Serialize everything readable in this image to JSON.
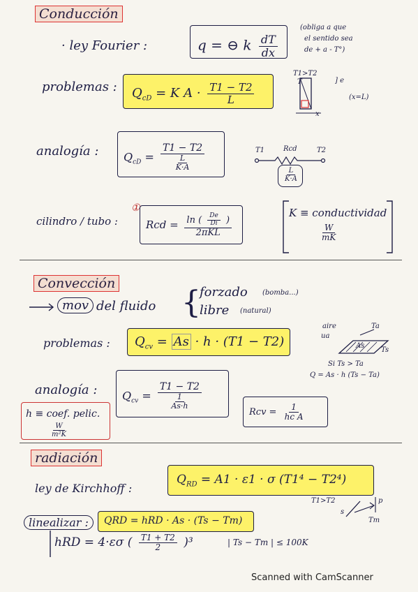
{
  "conduccion": {
    "header": "Conducción",
    "fourier": {
      "label": "· ley Fourier :",
      "q": "q =",
      "minus": "⊖",
      "k": "k",
      "num": "dT",
      "den": "dx",
      "note_1": "(obliga a que",
      "note_2": "el sentido sea",
      "note_3": "de + a - T°)"
    },
    "problemas": {
      "label": "problemas :",
      "lhs": "Q",
      "lhs_sub": "cD",
      "eq": "= K A ·",
      "num": "T1 − T2",
      "den": "L",
      "wall_label": "T1>T2",
      "wall_t": "T",
      "wall_x": "x",
      "wall_dims_1": "] e",
      "wall_dims_2": "(x=L)"
    },
    "analogia": {
      "label": "analogía :",
      "lhs": "Q",
      "lhs_sub": "cD",
      "eq": "=",
      "num": "T1 − T2",
      "inner_num": "L",
      "inner_den": "K·A",
      "circ_t1": "T1",
      "circ_r": "Rcd",
      "circ_t2": "T2",
      "circ_num": "L",
      "circ_den": "K·A"
    },
    "cilindro": {
      "label": "cilindro / tubo :",
      "mark": "①",
      "lhs": "Rcd =",
      "ln": "ln (",
      "ln_num": "De",
      "ln_den": "Di",
      "ln_close": ")",
      "den": "2πKL"
    },
    "k_box": {
      "text": "K ≡ conductividad",
      "num": "W",
      "den": "mK"
    }
  },
  "conveccion": {
    "header": "Convección",
    "mov": "mov",
    "del_fluido": "del fluido",
    "forzado": "forzado",
    "forzado_note": "(bomba...)",
    "libre": "libre",
    "libre_note": "(natural)",
    "problemas": {
      "label": "problemas :",
      "lhs": "Q",
      "lhs_sub": "cv",
      "eq": "=",
      "as": "As",
      "rest": "· h · (T1 − T2)"
    },
    "sketch": {
      "aire": "aire",
      "ta": "Ta",
      "ua": "ua",
      "area": "As",
      "ts": "Ts",
      "cond": "Si Ts > Ta",
      "q": "Q = As · h (Ts − Ta)"
    },
    "analogia": {
      "label": "analogía :",
      "lhs": "Q",
      "lhs_sub": "cv",
      "eq": "=",
      "num": "T1 − T2",
      "inner_num": "1",
      "inner_den": "As·h"
    },
    "rcv": {
      "lhs": "Rcv =",
      "num": "1",
      "den": "hc A"
    },
    "h_box": {
      "text": "h ≡ coef. pelic.",
      "num": "W",
      "den": "m²K"
    }
  },
  "radiacion": {
    "header": "radiación",
    "kirchhoff": {
      "label": "ley de Kirchhoff :",
      "lhs": "Q",
      "lhs_sub": "RD",
      "eq": "= A1 · ε1 · σ (T1⁴ − T2⁴)",
      "side": "T1>T2"
    },
    "linealizar": {
      "label": "linealizar :",
      "eq": "QRD = hRD · As · (Ts − Tm)",
      "side_s": "s",
      "side_p": "p",
      "side_t": "Tm"
    },
    "hrd": {
      "lhs": "hRD = 4·εσ (",
      "num": "T1 + T2",
      "den": "2",
      "close": ")³",
      "cond": "| Ts − Tm | ≤ 100K"
    }
  },
  "footer": "Scanned with CamScanner"
}
